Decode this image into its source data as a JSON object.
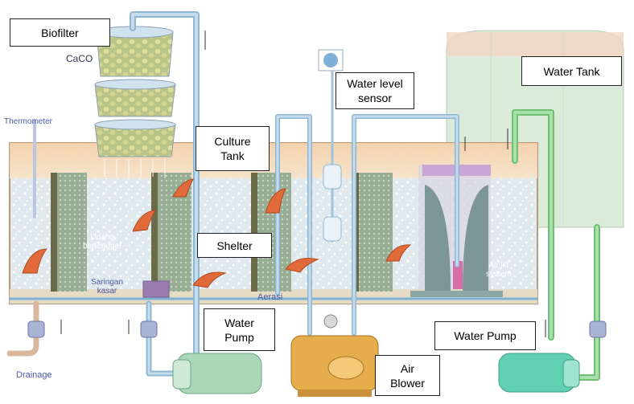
{
  "callouts": {
    "biofilter": "Biofilter",
    "water_level_sensor": "Water level\nsensor",
    "water_tank": "Water Tank",
    "culture_tank": "Culture\nTank",
    "shelter": "Shelter",
    "water_pump_left": "Water\nPump",
    "water_pump_right": "Water Pump",
    "air_blower": "Air\nBlower"
  },
  "diagram_labels": {
    "caco": "CaCO",
    "thermometer": "Thermometer",
    "udang_bertengger": "Udang\nbertengger",
    "saringan_kasar": "Saringan\nkasar",
    "aerasi": "Aerasi",
    "air_lift_system": "Air lift\nsystem",
    "drainage": "Drainage"
  },
  "colors": {
    "water": "#d9e6ec",
    "tank_rim": "#f7c89a",
    "water_tank": "#dfeedd",
    "water_tank_top": "#f3d9c2",
    "pipe_blue": "#9fc4dd",
    "pipe_green": "#98d69a",
    "pump_green": "#9fd3b5",
    "pump_teal": "#5fd0b0",
    "blower": "#e2a94a",
    "shelter_mesh": "#8fa88c",
    "shrimp": "#e06a3a",
    "label_blue": "#4a5aa8"
  }
}
